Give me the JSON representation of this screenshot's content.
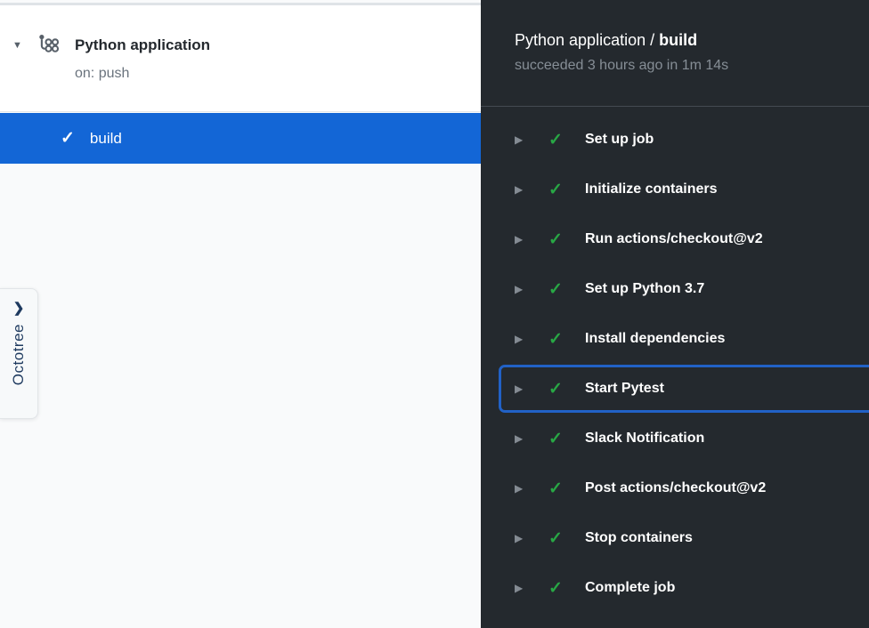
{
  "colors": {
    "accent_blue": "#1366d6",
    "focus_border_blue": "#2161c6",
    "panel_dark_bg": "#24292e",
    "success_green": "#28a745",
    "sidebar_light_bg": "#f9fafb"
  },
  "icons": {
    "collapse_triangle": "▼",
    "expand_triangle": "▶",
    "check": "✓",
    "octotree_chevron": "❯",
    "workflow_icon": "workflow-graph"
  },
  "sidebar": {
    "workflow_name": "Python application",
    "workflow_trigger": "on: push",
    "job": {
      "name": "build",
      "status": "success",
      "selected": true
    },
    "octotree_label": "Octotree"
  },
  "panel": {
    "header": {
      "workflow": "Python application / ",
      "job": "build",
      "summary": "succeeded 3 hours ago in 1m 14s"
    },
    "steps": [
      {
        "label": "Set up job",
        "status": "success",
        "focused": false
      },
      {
        "label": "Initialize containers",
        "status": "success",
        "focused": false
      },
      {
        "label": "Run actions/checkout@v2",
        "status": "success",
        "focused": false
      },
      {
        "label": "Set up Python 3.7",
        "status": "success",
        "focused": false
      },
      {
        "label": "Install dependencies",
        "status": "success",
        "focused": false
      },
      {
        "label": "Start Pytest",
        "status": "success",
        "focused": true
      },
      {
        "label": "Slack Notification",
        "status": "success",
        "focused": false
      },
      {
        "label": "Post actions/checkout@v2",
        "status": "success",
        "focused": false
      },
      {
        "label": "Stop containers",
        "status": "success",
        "focused": false
      },
      {
        "label": "Complete job",
        "status": "success",
        "focused": false
      }
    ]
  }
}
